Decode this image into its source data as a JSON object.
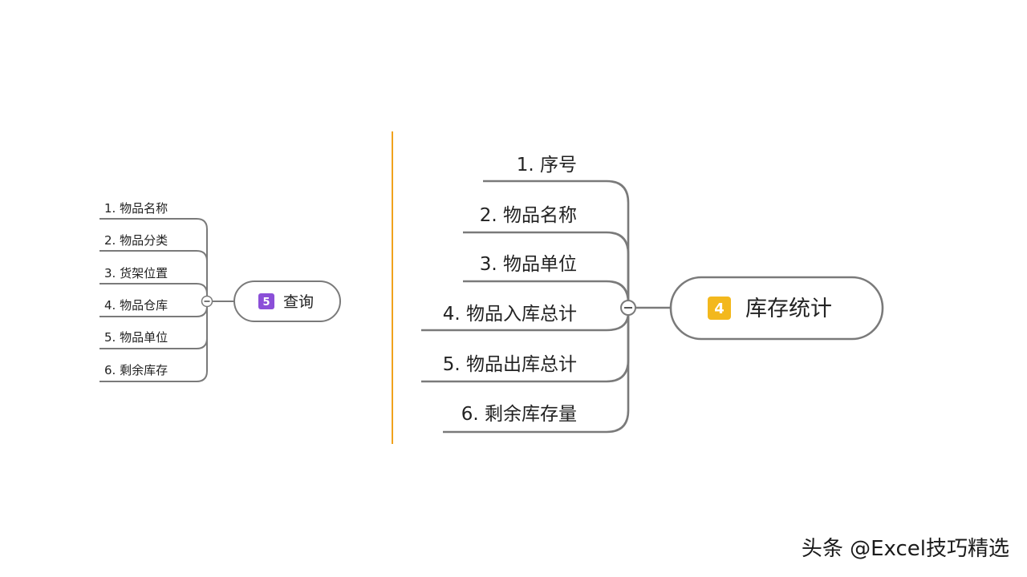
{
  "left_map": {
    "root": {
      "badge": "5",
      "label": "查询"
    },
    "branches": [
      "1. 物品名称",
      "2. 物品分类",
      "3. 货架位置",
      "4. 物品仓库",
      "5. 物品单位",
      "6. 剩余库存"
    ]
  },
  "right_map": {
    "root": {
      "badge": "4",
      "label": "库存统计"
    },
    "branches": [
      "1. 序号",
      "2. 物品名称",
      "3. 物品单位",
      "4. 物品入库总计",
      "5. 物品出库总计",
      "6. 剩余库存量"
    ]
  },
  "watermark": "头条 @Excel技巧精选",
  "colors": {
    "line": "#7a7a7a",
    "divider": "#f0a21c",
    "badge_purple": "#8b4fd8",
    "badge_yellow": "#f3b81d",
    "node_border": "#7a7a7a"
  },
  "icons": {
    "collapse": "minus-circle-icon"
  }
}
